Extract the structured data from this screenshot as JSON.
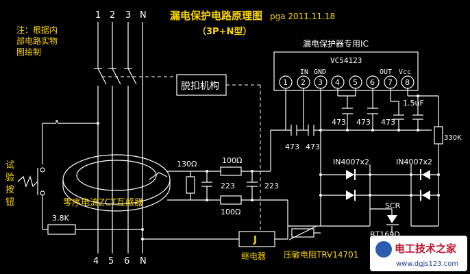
{
  "title": "漏电保护电路原理图",
  "author_date": "pga  2011.11.18",
  "subtitle": "（3P+N型）",
  "note_lines": [
    "注：根据内",
    "部电路实物",
    "图绘制"
  ],
  "terminals_top": [
    "1",
    "2",
    "3",
    "N"
  ],
  "terminals_bottom": [
    "4",
    "5",
    "6",
    "N"
  ],
  "trip_mechanism": "脱扣机构",
  "ic_caption": "漏电保护器专用IC",
  "ic_part": "VC54123",
  "ic_pin_labels": {
    "in": "IN",
    "gnd": "GND",
    "out": "OUT",
    "vcc": "Vcc"
  },
  "ic_pins": [
    "1",
    "2",
    "3",
    "4",
    "5",
    "6",
    "7",
    "8"
  ],
  "test_button": [
    "试",
    "验",
    "按",
    "钮"
  ],
  "zct_label": "零序电流ZCT互感器",
  "resistors": {
    "r130": "130Ω",
    "r100a": "100Ω",
    "r100b": "100Ω",
    "r38k": "3.8K",
    "r330k": "330K"
  },
  "capacitors": {
    "c223a": "223",
    "c223b": "223",
    "c473a": "473",
    "c473b": "473",
    "c473c": "473",
    "c473d": "473",
    "c473e": "473",
    "c15uf": "1.5uF"
  },
  "diodes": {
    "left": "IN4007x2",
    "right": "IN4007x2"
  },
  "scr_label": "SCR",
  "scr_part": "BT169D",
  "relay_symbol": "J",
  "relay_label": "继电器",
  "varistor_label": "压敏电阻TRV14701",
  "watermark_cn": "电工技术之家",
  "watermark_url": "www.dgjs123.com"
}
